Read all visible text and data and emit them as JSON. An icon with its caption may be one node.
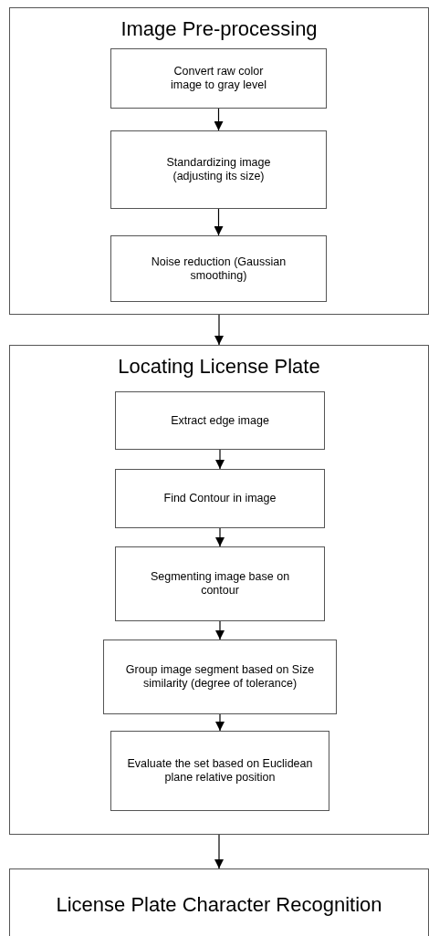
{
  "diagram": {
    "nodes": [
      {
        "text": [
          "Image Pre-processing"
        ]
      },
      {
        "text": [
          "Convert raw color image to gray level"
        ],
        "in": 0
      },
      {
        "text": [
          "Standardizing image (adjusting its size)"
        ],
        "in": 0
      },
      {
        "text": [
          "Noise reduction (Gaussian smoothing)"
        ],
        "in": 0
      },
      {
        "text": [
          "Locating License Plate"
        ]
      },
      {
        "text": [
          "Extract edge image"
        ],
        "in": 4
      },
      {
        "text": [
          "Find Contour in image"
        ],
        "in": 4
      },
      {
        "text": [
          "Segmenting image base on contour"
        ],
        "in": 4
      },
      {
        "text": [
          "Group image segment based on Size similarity (degree of tolerance)"
        ],
        "in": 4
      },
      {
        "text": [
          "Evaluate the set based on Euclidean plane relative position"
        ],
        "in": 4
      },
      {
        "text": [
          "License Plate Character Recognition"
        ]
      }
    ],
    "edges": [
      {
        "from": 1,
        "to": 2,
        "arrow": "to"
      },
      {
        "from": 2,
        "to": 3,
        "arrow": "to"
      },
      {
        "from": 0,
        "to": 4,
        "arrow": "to"
      },
      {
        "from": 5,
        "to": 6,
        "arrow": "to"
      },
      {
        "from": 6,
        "to": 7,
        "arrow": "to"
      },
      {
        "from": 7,
        "to": 8,
        "arrow": "to"
      },
      {
        "from": 8,
        "to": 9,
        "arrow": "to"
      },
      {
        "from": 4,
        "to": 10,
        "arrow": "to"
      }
    ]
  }
}
